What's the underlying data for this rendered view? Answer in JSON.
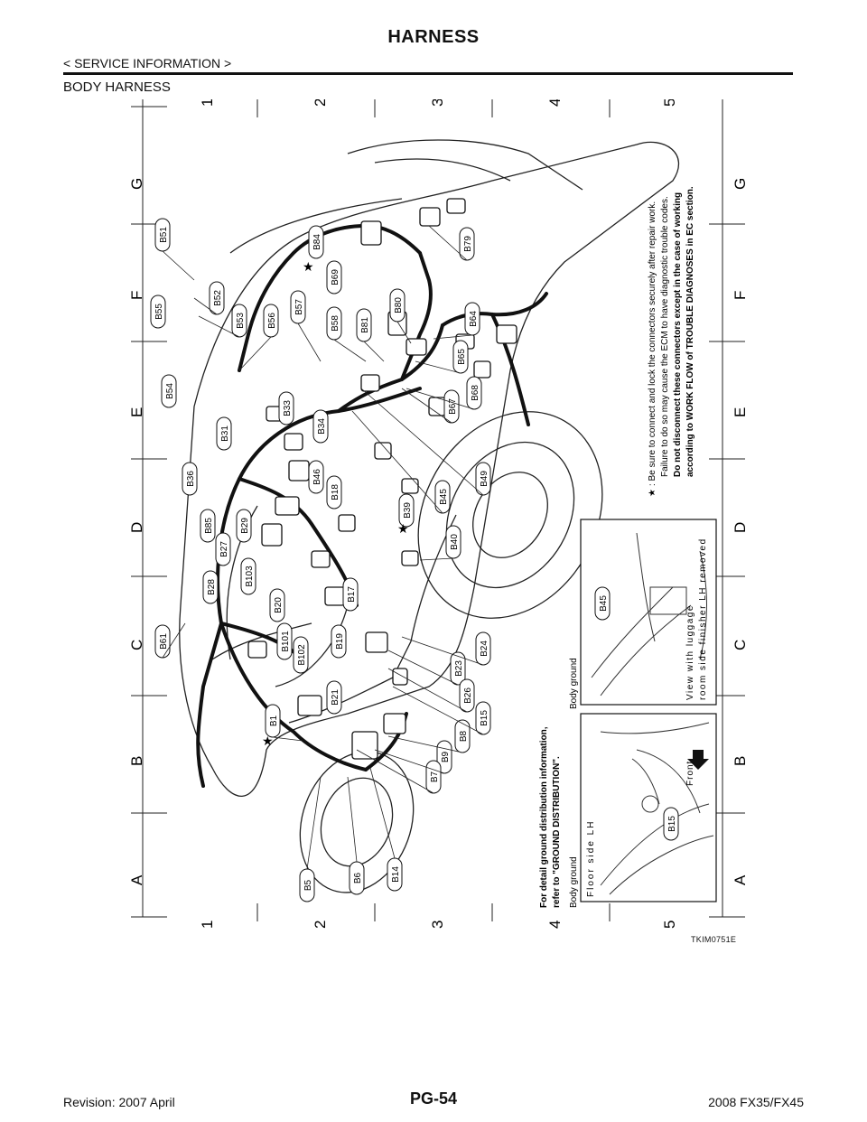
{
  "header": {
    "title": "HARNESS",
    "section": "< SERVICE INFORMATION >",
    "subtitle": "BODY HARNESS"
  },
  "diagram": {
    "grid_columns": [
      "1",
      "2",
      "3",
      "4",
      "5"
    ],
    "grid_rows": [
      "A",
      "B",
      "C",
      "D",
      "E",
      "F",
      "G"
    ],
    "connectors": [
      "B1",
      "B5",
      "B6",
      "B7",
      "B8",
      "B9",
      "B14",
      "B15",
      "B17",
      "B18",
      "B19",
      "B20",
      "B21",
      "B23",
      "B24",
      "B26",
      "B27",
      "B28",
      "B29",
      "B31",
      "B33",
      "B34",
      "B36",
      "B39",
      "B40",
      "B45",
      "B46",
      "B49",
      "B51",
      "B52",
      "B53",
      "B54",
      "B55",
      "B56",
      "B57",
      "B58",
      "B61",
      "B64",
      "B65",
      "B67",
      "B68",
      "B69",
      "B79",
      "B80",
      "B81",
      "B84",
      "B85",
      "B101",
      "B102",
      "B103"
    ],
    "ground_note": {
      "line1": "For detail ground distribution information,",
      "line2": "refer to \"GROUND DISTRIBUTION\"."
    },
    "inset_left": {
      "label": "Body ground",
      "caption": "Floor side LH",
      "connector": "B15",
      "arrow_label": "Front"
    },
    "inset_right": {
      "label": "Body ground",
      "caption1": "View with luggage",
      "caption2": "room side finisher LH removed",
      "connector": "B45"
    },
    "star_note": {
      "symbol": "★",
      "line1": ": Be sure to connect and lock the connectors securely after repair work.",
      "line2": "Failure to do so may cause the ECM to have diagnostic trouble codes.",
      "line3": "Do not disconnect these connectors except in the case of working",
      "line4": "according to WORK FLOW of TROUBLE DIAGNOSES in EC section."
    },
    "code": "TKIM0751E"
  },
  "footer": {
    "page": "PG-54",
    "revision": "Revision: 2007 April",
    "model": "2008 FX35/FX45"
  }
}
